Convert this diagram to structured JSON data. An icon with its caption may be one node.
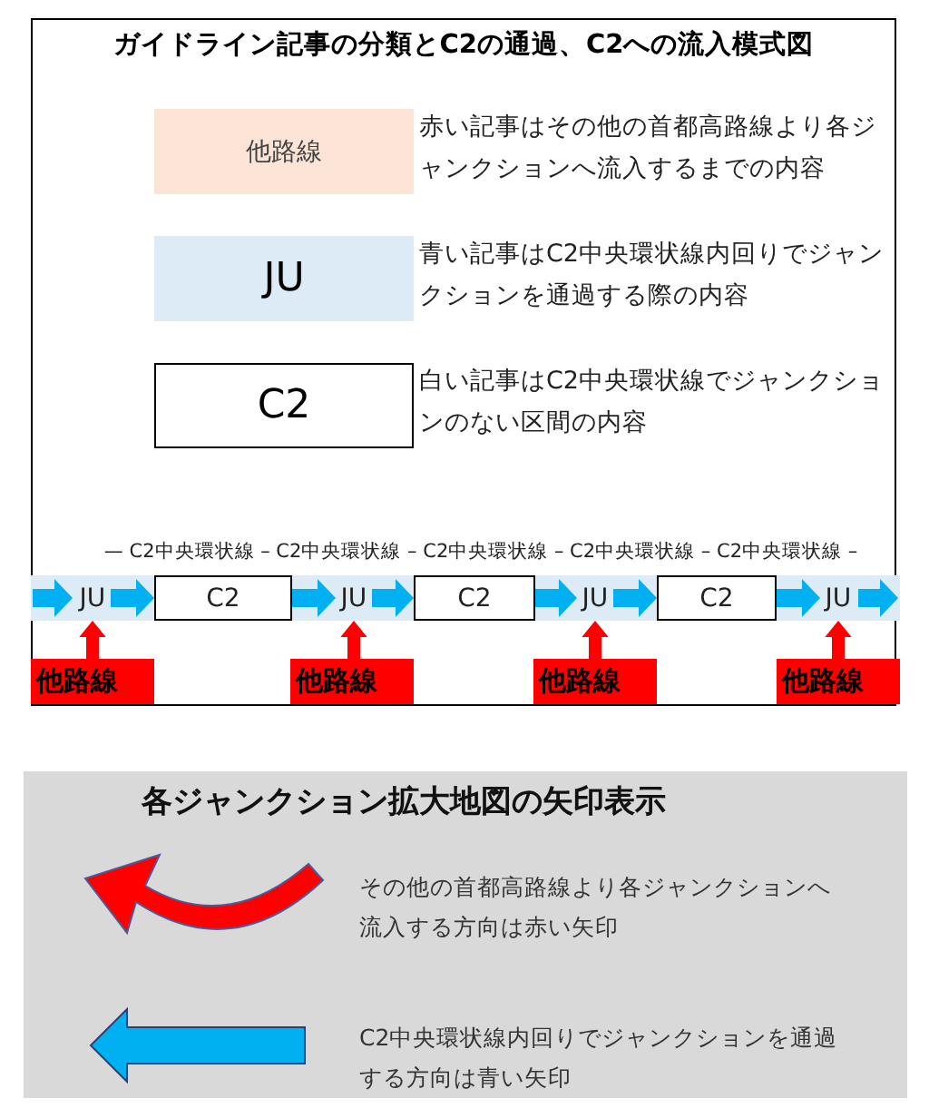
{
  "diagram": {
    "title": "ガイドライン記事の分類とC2の通過、C2への流入模式図",
    "nodes": [
      {
        "text": [
          "他路線"
        ],
        "beside": [
          "赤い記事はその他の首都高路線より各ジャンクションへ流入するまでの内容"
        ]
      },
      {
        "text": [
          "JU"
        ],
        "beside": [
          "青い記事はC2中央環状線内回りでジャンクションを通過する際の内容"
        ]
      },
      {
        "text": [
          "C2"
        ],
        "beside": [
          "白い記事はC2中央環状線でジャンクションのない区間の内容"
        ]
      },
      {
        "text": [
          "JU"
        ]
      },
      {
        "text": [
          "C2"
        ]
      },
      {
        "text": [
          "JU"
        ]
      },
      {
        "text": [
          "C2"
        ]
      },
      {
        "text": [
          "JU"
        ]
      },
      {
        "text": [
          "C2"
        ]
      },
      {
        "text": [
          "JU"
        ]
      },
      {
        "text": [
          "他路線"
        ]
      },
      {
        "text": [
          "他路線"
        ]
      },
      {
        "text": [
          "他路線"
        ]
      },
      {
        "text": [
          "他路線"
        ]
      }
    ],
    "edges": [
      {
        "from": 3,
        "to": 4,
        "arrow": "to"
      },
      {
        "from": 4,
        "to": 5,
        "arrow": "to"
      },
      {
        "from": 5,
        "to": 6,
        "arrow": "to"
      },
      {
        "from": 6,
        "to": 7,
        "arrow": "to"
      },
      {
        "from": 7,
        "to": 8,
        "arrow": "to"
      },
      {
        "from": 8,
        "to": 9,
        "arrow": "to"
      },
      {
        "from": 10,
        "to": 3,
        "arrow": "to",
        "color": "#ff0000"
      },
      {
        "from": 11,
        "to": 5,
        "arrow": "to",
        "color": "#ff0000"
      },
      {
        "from": 12,
        "to": 7,
        "arrow": "to",
        "color": "#ff0000"
      },
      {
        "from": 13,
        "to": 9,
        "arrow": "to",
        "color": "#ff0000"
      }
    ],
    "labels": [
      "— C2中央環状線 – C2中央環状線 – C2中央環状線 – C2中央環状線 – C2中央環状線 –",
      "各ジャンクション拡大地図の矢印表示"
    ],
    "legend": [
      {
        "text": "その他の首都高路線より各ジャンクションへ流入する方向は赤い矢印"
      },
      {
        "text": "C2中央環状線内回りでジャンクションを通過する方向は青い矢印"
      }
    ]
  }
}
